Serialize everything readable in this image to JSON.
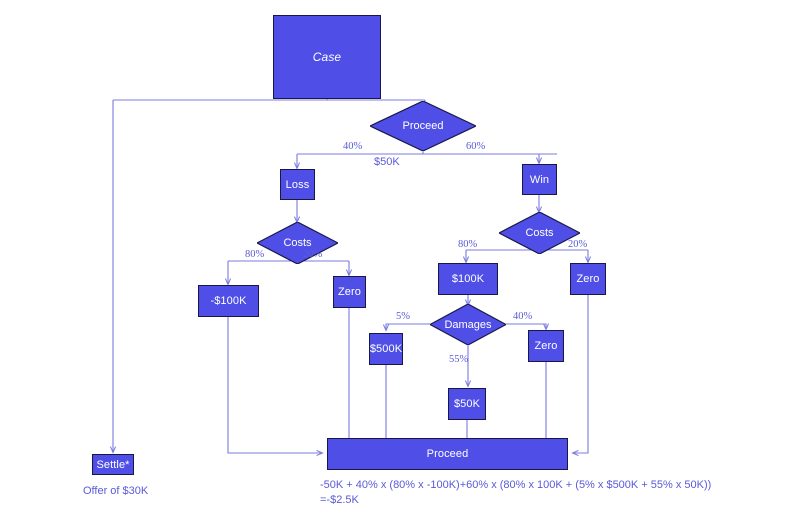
{
  "diagram": {
    "title_node": "Case",
    "colors": {
      "node_fill": "#4f4fe8",
      "node_border": "#181848",
      "wire": "#7b7be0",
      "label_text": "#5a5ad8",
      "node_text": "#ffffff",
      "background": "#ffffff"
    },
    "nodes": {
      "case": "Case",
      "proceed_root": "Proceed",
      "loss": "Loss",
      "win": "Win",
      "costs_loss": "Costs",
      "costs_win": "Costs",
      "loss_neg100k": "-$100K",
      "loss_zero": "Zero",
      "win_100k": "$100K",
      "win_zero": "Zero",
      "damages": "Damages",
      "damages_500k": "$500K",
      "damages_zero": "Zero",
      "damages_50k": "$50K",
      "proceed_total": "Proceed",
      "settle": "Settle*"
    },
    "edge_labels": {
      "proceed_loss_pct": "40%",
      "proceed_win_pct": "60%",
      "proceed_cost": "$50K",
      "loss_costs_80": "80%",
      "loss_costs_20": "20%",
      "win_costs_80": "80%",
      "win_costs_20": "20%",
      "damages_5": "5%",
      "damages_40": "40%",
      "damages_55": "55%"
    },
    "annotations": {
      "settle_offer": "Offer of $30K",
      "formula_line1": "-50K + 40% x (80% x -100K)+60% x (80% x 100K + (5% x $500K + 55% x 50K))",
      "formula_line2": "=-$2.5K"
    }
  }
}
